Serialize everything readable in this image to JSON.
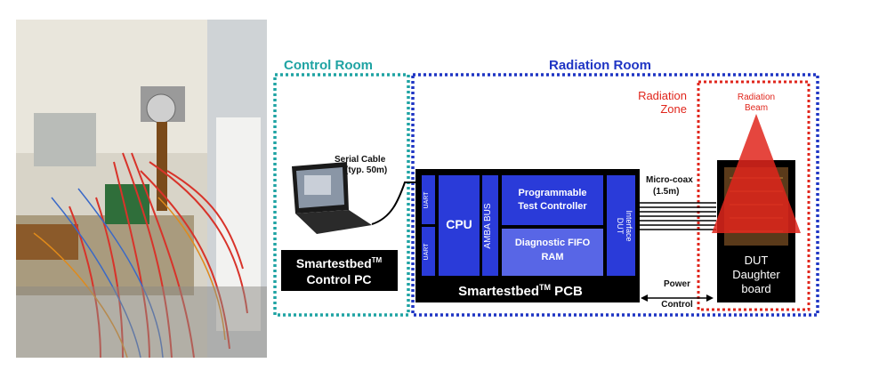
{
  "photo": {
    "subject": "lab-testbed-photo"
  },
  "diagram": {
    "control_room_label": "Control Room",
    "radiation_room_label": "Radiation Room",
    "radiation_zone_line1": "Radiation",
    "radiation_zone_line2": "Zone",
    "radiation_beam_line1": "Radiation",
    "radiation_beam_line2": "Beam",
    "serial_cable_line1": "Serial Cable",
    "serial_cable_line2": "(typ. 50m)",
    "control_pc_line1": "Smartestbed",
    "control_pc_tm": "TM",
    "control_pc_line2": "Control PC",
    "uart_top": "UART",
    "uart_bottom": "UART",
    "cpu": "CPU",
    "amba_bus": "AMBA BUS",
    "ptc_line1": "Programmable",
    "ptc_line2": "Test Controller",
    "fifo_line1": "Diagnostic FIFO",
    "fifo_line2": "RAM",
    "dut_interface_line1": "DUT",
    "dut_interface_line2": "Interface",
    "pcb_label": "Smartestbed",
    "pcb_tm": "TM",
    "pcb_suffix": " PCB",
    "microcoax_line1": "Micro-coax",
    "microcoax_line2": "(1.5m)",
    "power_line1": "Power",
    "power_line2": "Control",
    "dut_board_line1": "DUT",
    "dut_board_line2": "Daughter",
    "dut_board_line3": "board"
  },
  "colors": {
    "control_room": "#1fa3a3",
    "radiation_room": "#1f35c4",
    "radiation_zone": "#e0261c",
    "block_blue": "#2a3bd9",
    "block_light": "#5866e6",
    "black": "#000000"
  }
}
